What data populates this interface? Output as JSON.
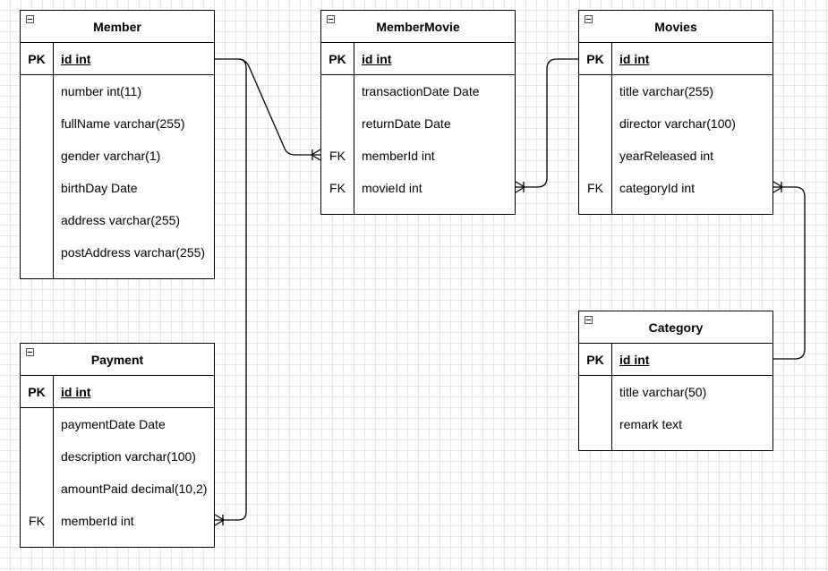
{
  "entities": {
    "member": {
      "title": "Member",
      "pk": {
        "key": "PK",
        "name": "id int"
      },
      "fields": [
        {
          "key": "",
          "name": "number int(11)"
        },
        {
          "key": "",
          "name": "fullName varchar(255)"
        },
        {
          "key": "",
          "name": "gender varchar(1)"
        },
        {
          "key": "",
          "name": "birthDay Date"
        },
        {
          "key": "",
          "name": "address varchar(255)"
        },
        {
          "key": "",
          "name": "postAddress varchar(255)"
        }
      ]
    },
    "membermovie": {
      "title": "MemberMovie",
      "pk": {
        "key": "PK",
        "name": "id int"
      },
      "fields": [
        {
          "key": "",
          "name": "transactionDate Date"
        },
        {
          "key": "",
          "name": "returnDate Date"
        },
        {
          "key": "FK",
          "name": "memberId int"
        },
        {
          "key": "FK",
          "name": "movieId int"
        }
      ]
    },
    "movies": {
      "title": "Movies",
      "pk": {
        "key": "PK",
        "name": "id int"
      },
      "fields": [
        {
          "key": "",
          "name": "title varchar(255)"
        },
        {
          "key": "",
          "name": "director varchar(100)"
        },
        {
          "key": "",
          "name": "yearReleased int"
        },
        {
          "key": "FK",
          "name": "categoryId int"
        }
      ]
    },
    "payment": {
      "title": "Payment",
      "pk": {
        "key": "PK",
        "name": "id int"
      },
      "fields": [
        {
          "key": "",
          "name": "paymentDate Date"
        },
        {
          "key": "",
          "name": "description varchar(100)"
        },
        {
          "key": "",
          "name": "amountPaid decimal(10,2)"
        },
        {
          "key": "FK",
          "name": "memberId int"
        }
      ]
    },
    "category": {
      "title": "Category",
      "pk": {
        "key": "PK",
        "name": "id int"
      },
      "fields": [
        {
          "key": "",
          "name": "title varchar(50)"
        },
        {
          "key": "",
          "name": "remark text"
        }
      ]
    }
  },
  "relationships": [
    {
      "from": "Member.id",
      "to": "MemberMovie.memberId",
      "cardinality": "one-to-many"
    },
    {
      "from": "Movies.id",
      "to": "MemberMovie.movieId",
      "cardinality": "one-to-many"
    },
    {
      "from": "Category.id",
      "to": "Movies.categoryId",
      "cardinality": "one-to-many"
    },
    {
      "from": "Member.id",
      "to": "Payment.memberId",
      "cardinality": "one-to-many"
    }
  ]
}
